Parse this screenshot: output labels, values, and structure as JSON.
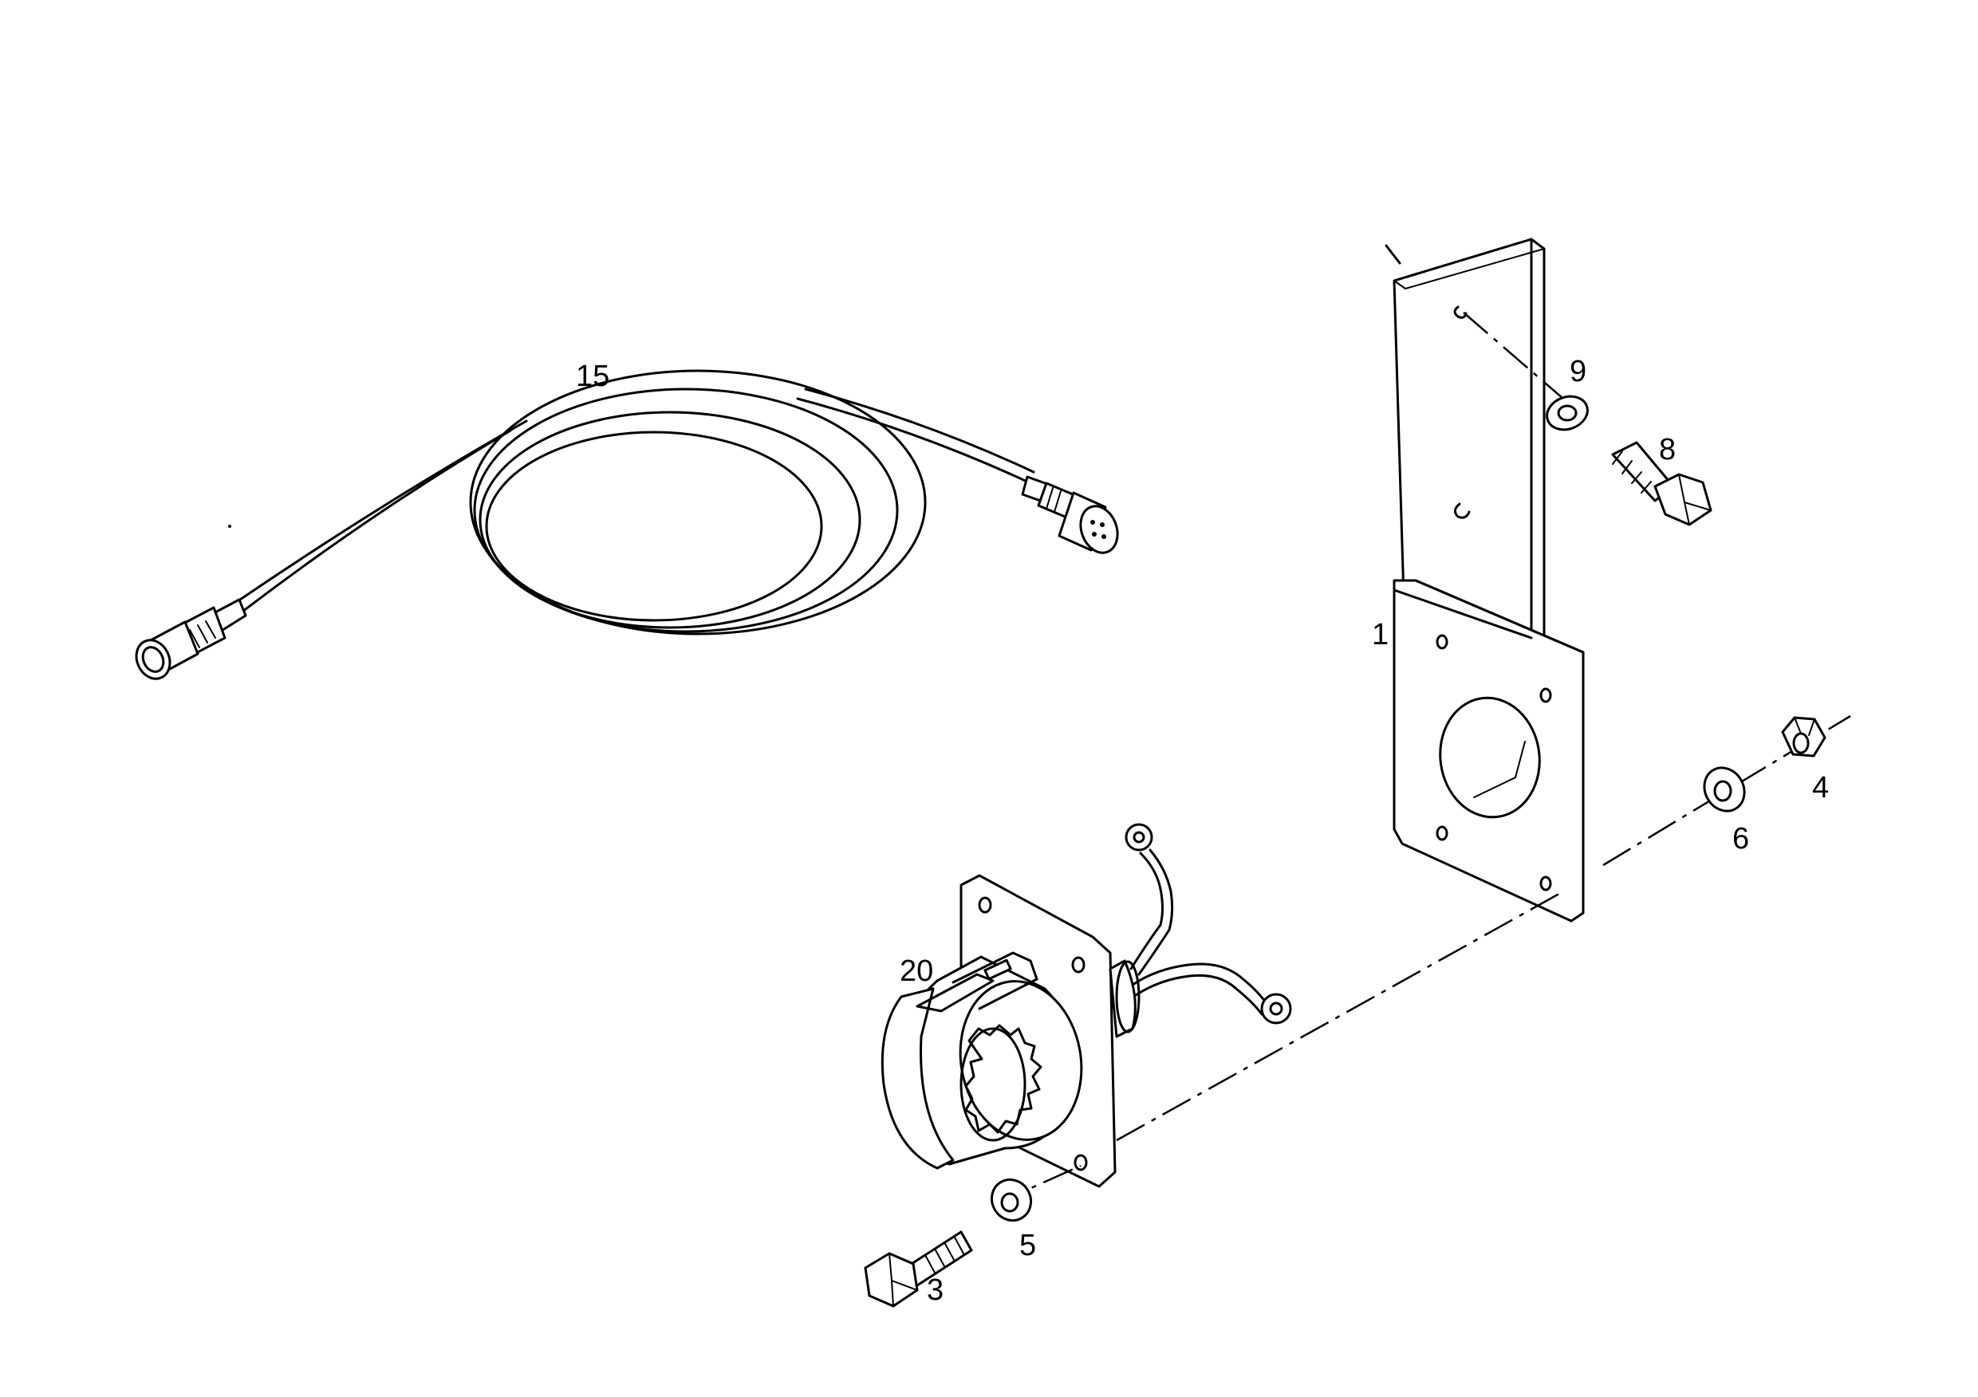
{
  "callouts": {
    "bracket": "1",
    "bolt_small": "3",
    "nut": "4",
    "washer_small": "5",
    "washer_right": "6",
    "bolt_top": "8",
    "washer_top": "9",
    "cable": "15",
    "socket": "20"
  },
  "colors": {
    "line": "#000000",
    "background": "#ffffff"
  }
}
